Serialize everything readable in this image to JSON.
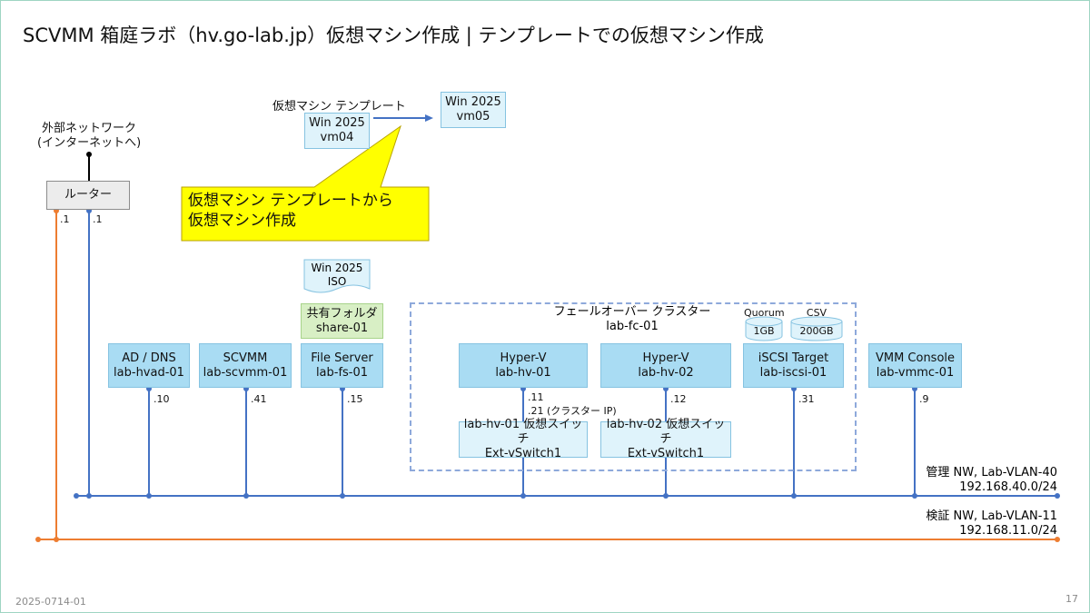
{
  "title": "SCVMM 箱庭ラボ（hv.go-lab.jp）仮想マシン作成 | テンプレートでの仮想マシン作成",
  "external_network": "外部ネットワーク",
  "external_network_sub": "(インターネットへ)",
  "router": {
    "label": "ルーター",
    "ip_orange": ".1",
    "ip_blue": ".1"
  },
  "template": {
    "caption": "仮想マシン テンプレート",
    "source": {
      "line1": "Win 2025",
      "line2": "vm04"
    },
    "target": {
      "line1": "Win 2025",
      "line2": "vm05"
    }
  },
  "callout": {
    "line1": "仮想マシン テンプレートから",
    "line2": "仮想マシン作成"
  },
  "iso": {
    "line1": "Win 2025",
    "line2": "ISO"
  },
  "share": {
    "line1": "共有フォルダ",
    "line2": "share-01"
  },
  "cluster": {
    "line1": "フェールオーバー クラスター",
    "line2": "lab-fc-01"
  },
  "storage": {
    "quorum_label": "Quorum",
    "quorum_size": "1GB",
    "csv_label": "CSV",
    "csv_size": "200GB"
  },
  "servers": [
    {
      "line1": "AD / DNS",
      "line2": "lab-hvad-01",
      "ip": ".10"
    },
    {
      "line1": "SCVMM",
      "line2": "lab-scvmm-01",
      "ip": ".41"
    },
    {
      "line1": "File Server",
      "line2": "lab-fs-01",
      "ip": ".15"
    },
    {
      "line1": "Hyper-V",
      "line2": "lab-hv-01",
      "ip": ".11",
      "ip2": ".21 (クラスター IP)"
    },
    {
      "line1": "Hyper-V",
      "line2": "lab-hv-02",
      "ip": ".12"
    },
    {
      "line1": "iSCSI Target",
      "line2": "lab-iscsi-01",
      "ip": ".31"
    },
    {
      "line1": "VMM Console",
      "line2": "lab-vmmc-01",
      "ip": ".9"
    }
  ],
  "vswitches": [
    {
      "line1": "lab-hv-01 仮想スイッチ",
      "line2": "Ext-vSwitch1"
    },
    {
      "line1": "lab-hv-02 仮想スイッチ",
      "line2": "Ext-vSwitch1"
    }
  ],
  "networks": {
    "mgmt": {
      "name": "管理 NW, Lab-VLAN-40",
      "subnet": "192.168.40.0/24",
      "color": "#4472c4"
    },
    "test": {
      "name": "検証 NW, Lab-VLAN-11",
      "subnet": "192.168.11.0/24",
      "color": "#ed7d31"
    }
  },
  "footer": {
    "doc_id": "2025-0714-01",
    "page": "17"
  }
}
